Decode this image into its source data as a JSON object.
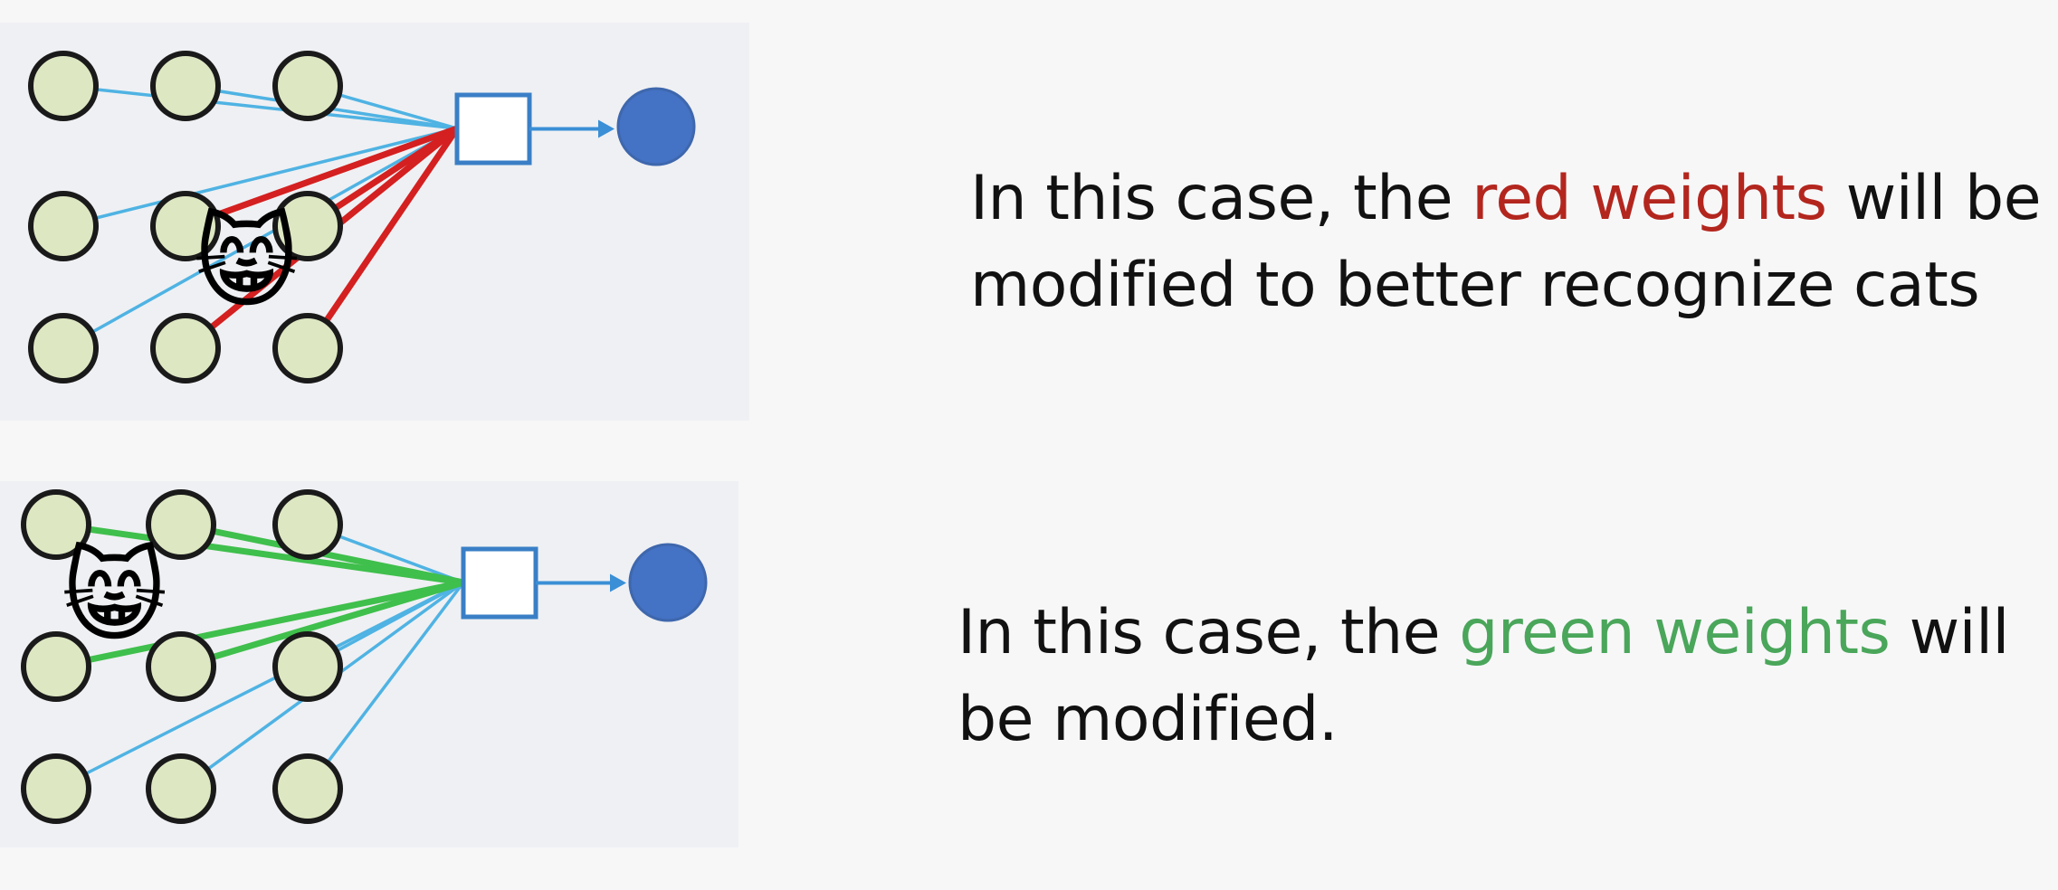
{
  "panels": [
    {
      "id": "top",
      "highlight_color": "#d42020",
      "normal_color": "#4fb3e3",
      "emoji": "😸",
      "caption": {
        "prefix": "In this case, the ",
        "highlight": "red weights",
        "suffix": " will be modified to better recognize cats",
        "highlight_color": "#b3261e"
      }
    },
    {
      "id": "bottom",
      "highlight_color": "#3fbf4c",
      "normal_color": "#4fb3e3",
      "emoji": "😸",
      "caption": {
        "prefix": "In this case, the ",
        "highlight": "green weights",
        "suffix": " will be modified.",
        "highlight_color": "#4aa65a"
      }
    }
  ],
  "colors": {
    "input_node_fill": "#dde7c2",
    "input_node_stroke": "#1a1a1a",
    "sum_box_stroke": "#3a7fc6",
    "output_node_fill": "#4472c4",
    "arrow_color": "#3a8fd6"
  }
}
